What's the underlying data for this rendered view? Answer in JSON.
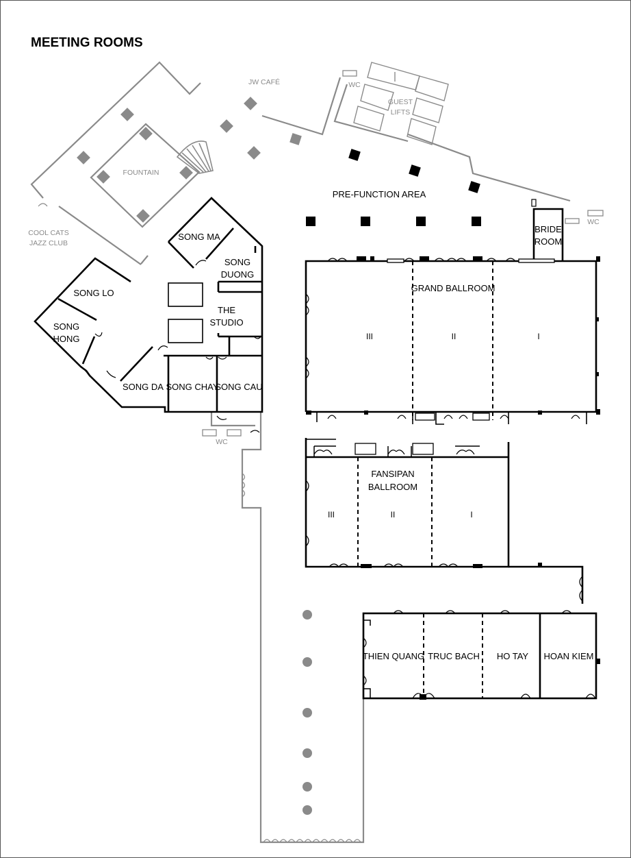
{
  "title": "MEETING ROOMS",
  "colors": {
    "wall": "#000000",
    "outer_wall": "#8a8a8a",
    "column_grey": "#8a8a8a",
    "column_black": "#000000"
  },
  "labels": {
    "jw_cafe": "JW CAFÉ",
    "wc_top": "WC",
    "guest_lifts": [
      "GUEST",
      "LIFTS"
    ],
    "fountain": "FOUNTAIN",
    "cool_cats": [
      "COOL CATS",
      "JAZZ CLUB"
    ],
    "pre_function": "PRE-FUNCTION AREA",
    "wc_right": "WC",
    "bride_room": [
      "BRIDE",
      "ROOM"
    ],
    "song_ma": "SONG MA",
    "song_duong": [
      "SONG",
      "DUONG"
    ],
    "song_lo": "SONG LO",
    "the_studio": [
      "THE",
      "STUDIO"
    ],
    "song_hong": [
      "SONG",
      "HONG"
    ],
    "song_da": "SONG DA",
    "song_chay": "SONG CHAY",
    "song_cau": "SONG CAU",
    "wc_bottom": "WC",
    "grand_ballroom": "GRAND BALLROOM",
    "grand_sections": [
      "III",
      "II",
      "I"
    ],
    "fansipan": [
      "FANSIPAN",
      "BALLROOM"
    ],
    "fansipan_sections": [
      "III",
      "II",
      "I"
    ],
    "thien_quang": "THIEN QUANG",
    "truc_bach": "TRUC BACH",
    "ho_tay": "HO TAY",
    "hoan_kiem": "HOAN KIEM"
  }
}
